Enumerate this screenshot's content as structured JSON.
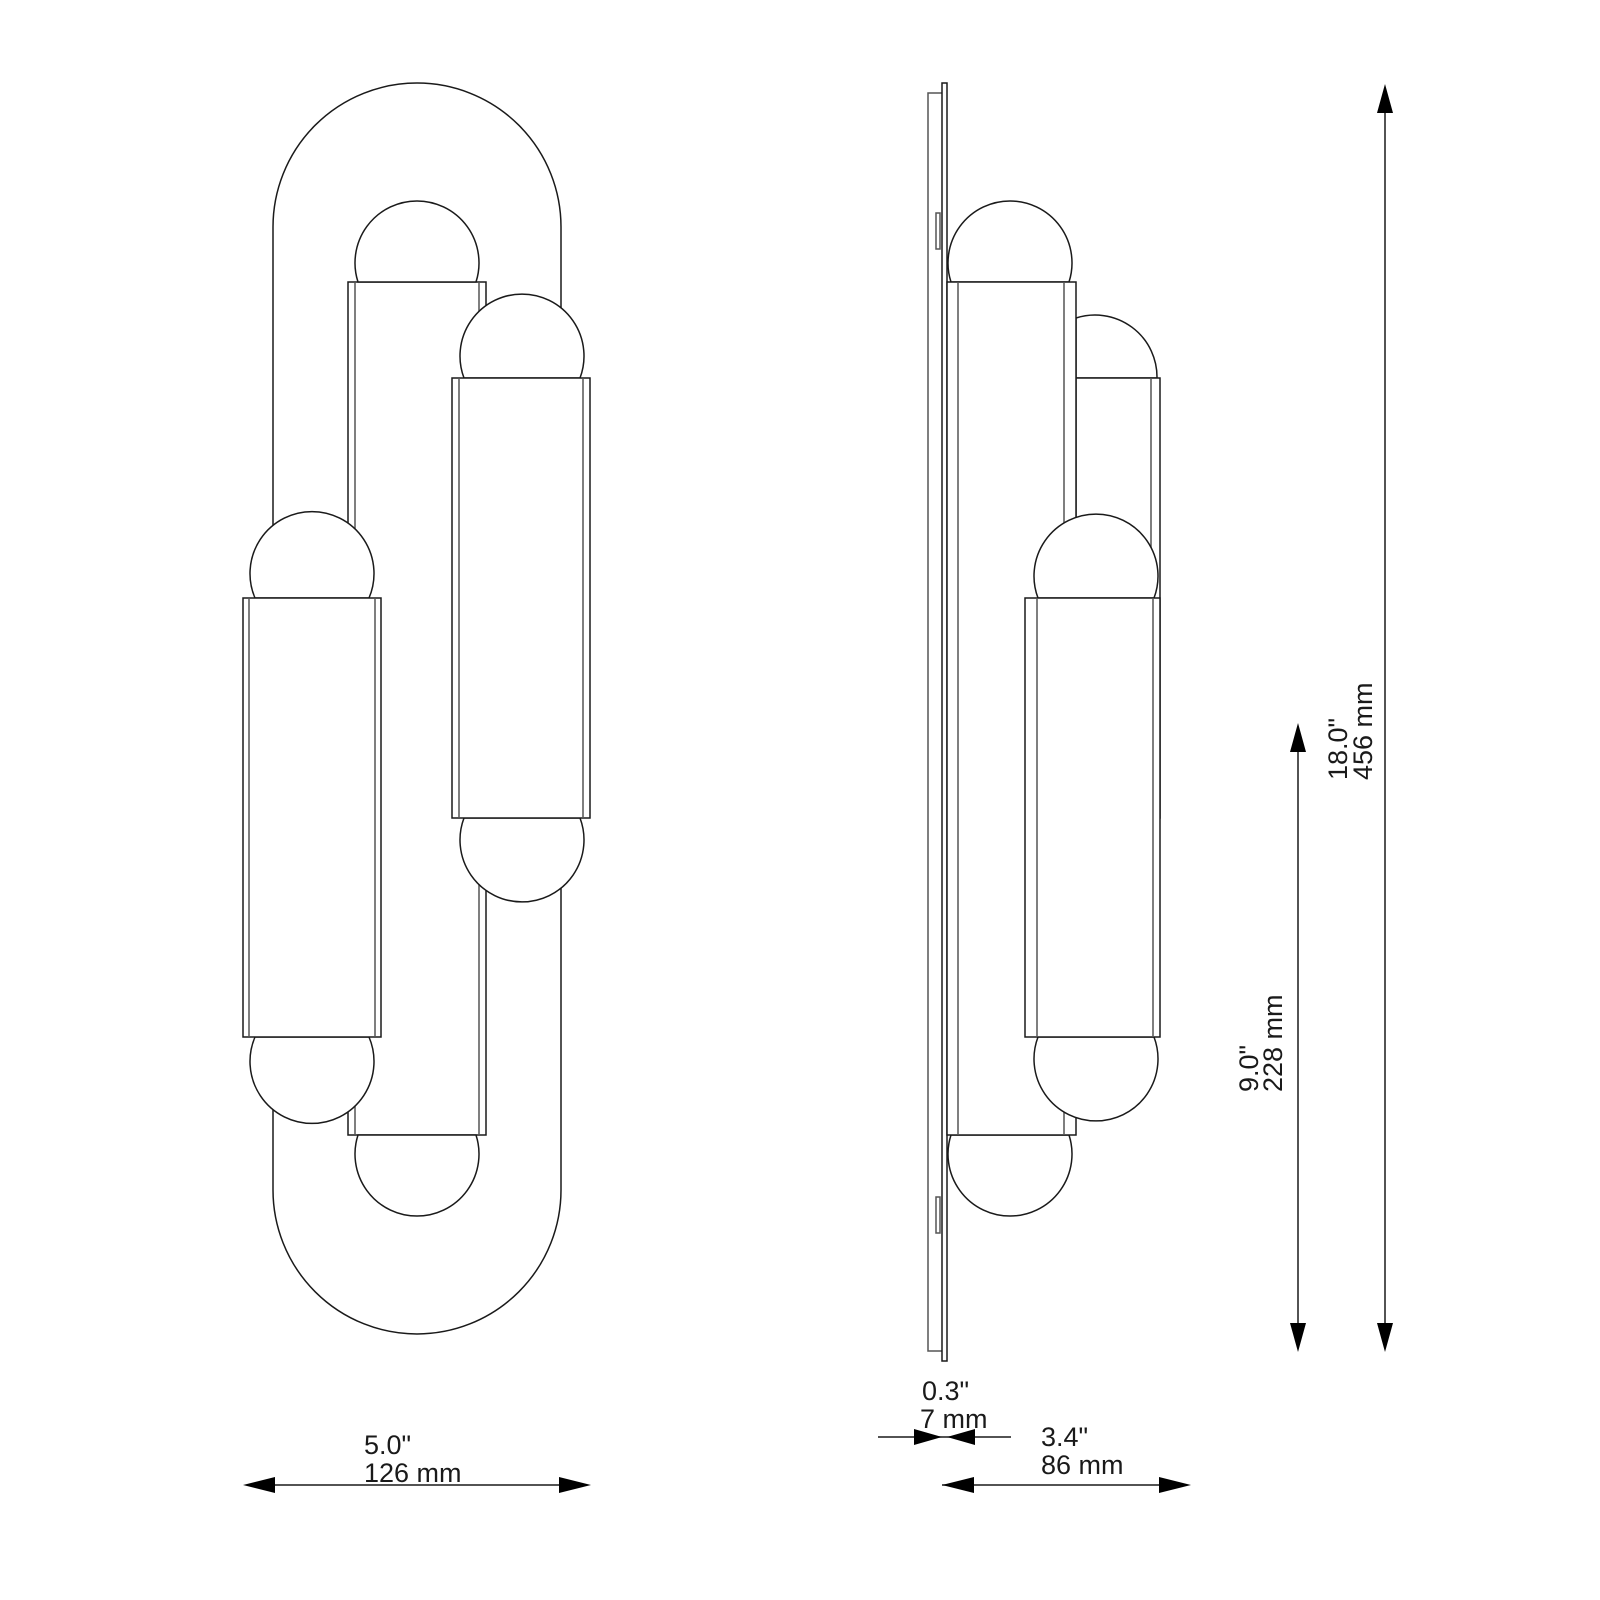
{
  "diagram": {
    "type": "technical dimension drawing",
    "views": [
      {
        "name": "front-view",
        "description": "Front elevation of wall sconce with pill-shaped backplate and four globe bulbs on three tubes"
      },
      {
        "name": "side-view",
        "description": "Side elevation showing plate depth and tube projection"
      }
    ],
    "colors": {
      "line": "#1a1a1a",
      "background": "#ffffff",
      "arrow": "#000000"
    }
  },
  "dimensions": {
    "width": {
      "inches": "5.0\"",
      "mm": "126 mm"
    },
    "plate_depth": {
      "inches": "0.3\"",
      "mm": "7 mm"
    },
    "depth": {
      "inches": "3.4\"",
      "mm": "86 mm"
    },
    "half_height": {
      "inches": "9.0\"",
      "mm": "228 mm"
    },
    "height": {
      "inches": "18.0\"",
      "mm": "456 mm"
    }
  }
}
